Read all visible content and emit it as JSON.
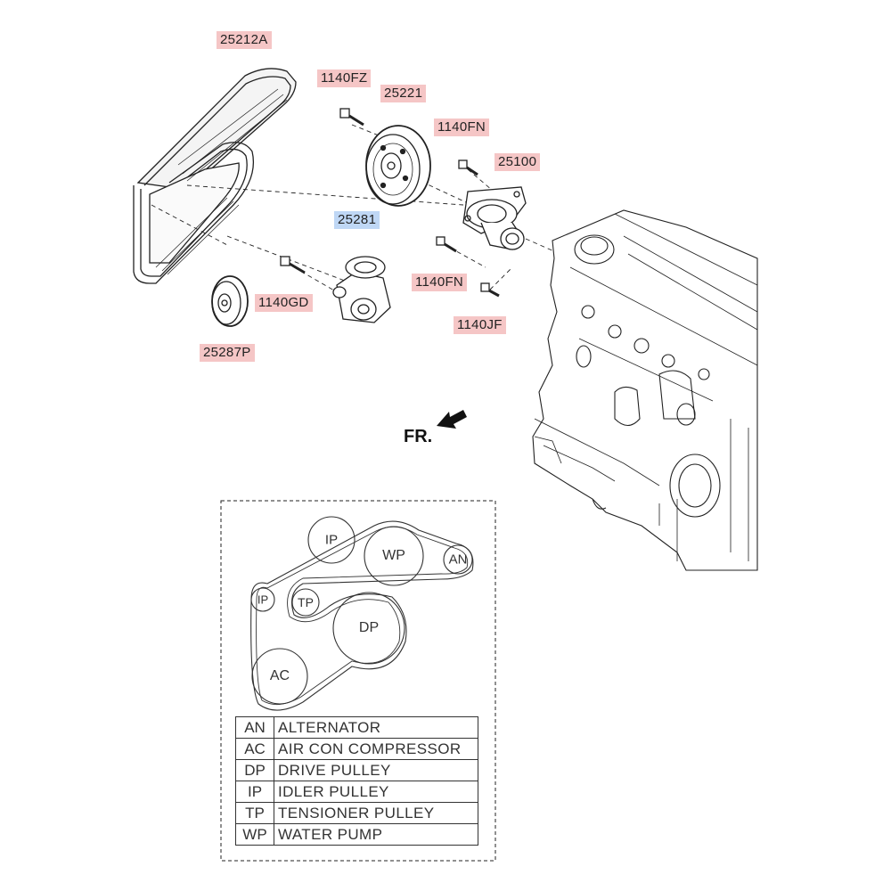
{
  "part_labels": {
    "belt": "25212A",
    "bolt_fz": "1140FZ",
    "pulley_wp": "25221",
    "bolt_fn_top": "1140FN",
    "water_pump": "25100",
    "tensioner": "25281",
    "bolt_gd": "1140GD",
    "bolt_fn_bottom": "1140FN",
    "bolt_jf": "1140JF",
    "idler": "25287P"
  },
  "direction_label": "FR.",
  "routing_pulleys": {
    "ip_top": "IP",
    "wp": "WP",
    "an": "AN",
    "ip_left": "IP",
    "tp": "TP",
    "dp": "DP",
    "ac": "AC"
  },
  "legend": [
    {
      "code": "AN",
      "desc": "ALTERNATOR"
    },
    {
      "code": "AC",
      "desc": "AIR CON COMPRESSOR"
    },
    {
      "code": "DP",
      "desc": "DRIVE PULLEY"
    },
    {
      "code": "IP",
      "desc": "IDLER PULLEY"
    },
    {
      "code": "TP",
      "desc": "TENSIONER PULLEY"
    },
    {
      "code": "WP",
      "desc": "WATER PUMP"
    }
  ],
  "colors": {
    "label_red": "#f5c6c6",
    "label_blue": "#bfd7f5",
    "line": "#222222"
  }
}
